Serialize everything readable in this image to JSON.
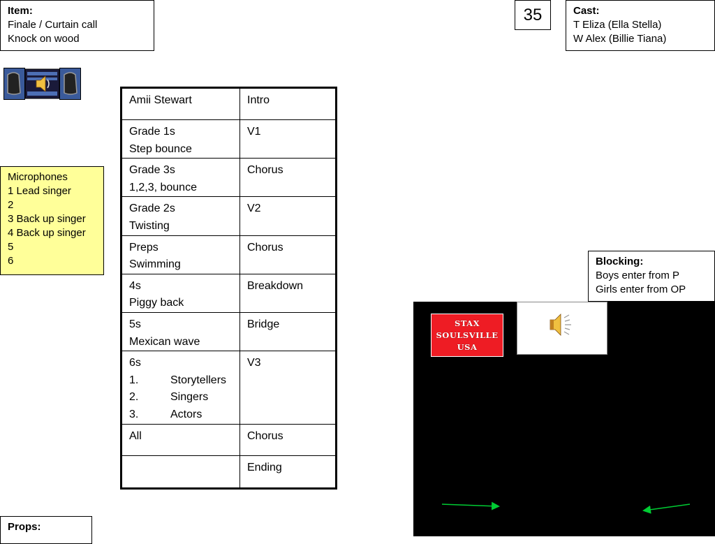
{
  "item": {
    "heading": "Item:",
    "lines": [
      "Finale / Curtain call",
      "Knock on wood"
    ]
  },
  "page_number": "35",
  "cast": {
    "heading": "Cast:",
    "lines": [
      "T Eliza (Ella Stella)",
      "W Alex (Billie Tiana)"
    ]
  },
  "microphones": {
    "heading": "Microphones",
    "lines": [
      "1 Lead singer",
      "2",
      "3 Back up singer",
      "4 Back up singer",
      "5",
      "6"
    ]
  },
  "blocking": {
    "heading": "Blocking:",
    "lines": [
      "Boys enter from P",
      "Girls enter from OP"
    ]
  },
  "props": {
    "heading": "Props:"
  },
  "running_order": [
    {
      "who": [
        "Amii Stewart"
      ],
      "section": "Intro"
    },
    {
      "who": [
        "Grade 1s",
        "Step bounce"
      ],
      "section": "V1"
    },
    {
      "who": [
        "Grade 3s",
        "1,2,3, bounce"
      ],
      "section": "Chorus"
    },
    {
      "who": [
        "Grade 2s",
        "Twisting"
      ],
      "section": "V2"
    },
    {
      "who": [
        "Preps",
        "Swimming"
      ],
      "section": "Chorus"
    },
    {
      "who": [
        "4s",
        "Piggy back"
      ],
      "section": "Breakdown"
    },
    {
      "who": [
        "5s",
        "Mexican wave"
      ],
      "section": "Bridge"
    },
    {
      "who": [
        "6s"
      ],
      "list": [
        {
          "n": "1.",
          "t": "Storytellers"
        },
        {
          "n": "2.",
          "t": "Singers"
        },
        {
          "n": "3.",
          "t": "Actors"
        }
      ],
      "section": "V3"
    },
    {
      "who": [
        "All"
      ],
      "section": "Chorus"
    },
    {
      "who": [],
      "section": "Ending"
    }
  ],
  "stage": {
    "sign_lines": [
      "STAX",
      "SOULSVILLE",
      "USA"
    ],
    "sign_color": "#ee1c24",
    "arrow_color": "#00cc33",
    "icons": [
      "speaker-icon",
      "media-player-icon"
    ]
  }
}
